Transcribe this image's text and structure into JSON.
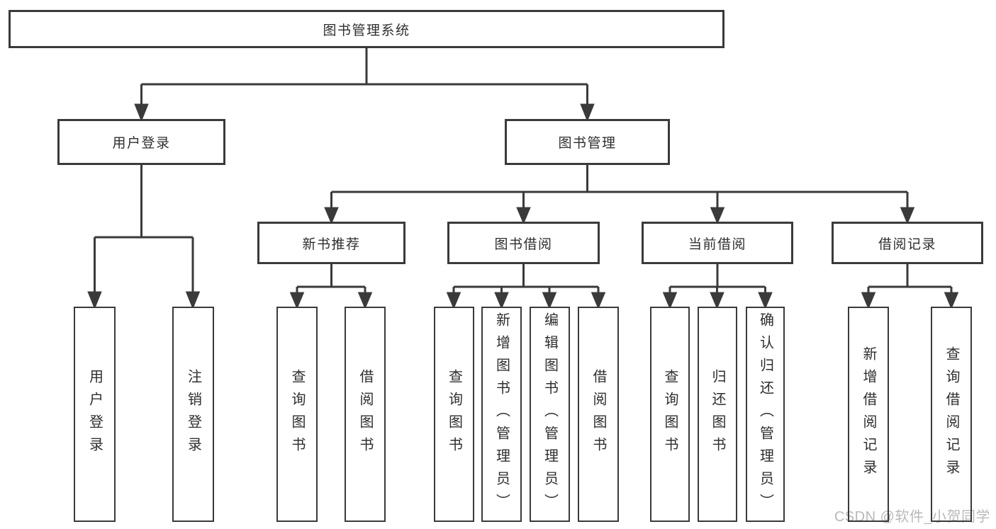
{
  "tree": {
    "root": {
      "label": "图书管理系统"
    },
    "branches": [
      {
        "label": "用户登录",
        "children": [
          {
            "label": "用户登录"
          },
          {
            "label": "注销登录"
          }
        ]
      },
      {
        "label": "图书管理",
        "groups": [
          {
            "label": "新书推荐",
            "children": [
              {
                "label": "查询图书"
              },
              {
                "label": "借阅图书"
              }
            ]
          },
          {
            "label": "图书借阅",
            "children": [
              {
                "label": "查询图书"
              },
              {
                "label": "新增图书（管理员）"
              },
              {
                "label": "编辑图书（管理员）"
              },
              {
                "label": "借阅图书"
              }
            ]
          },
          {
            "label": "当前借阅",
            "children": [
              {
                "label": "查询图书"
              },
              {
                "label": "归还图书"
              },
              {
                "label": "确认归还（管理员）"
              }
            ]
          },
          {
            "label": "借阅记录",
            "children": [
              {
                "label": "新增借阅记录"
              },
              {
                "label": "查询借阅记录"
              }
            ]
          }
        ]
      }
    ]
  },
  "watermark": {
    "text": "CSDN @软件_小贺同学"
  },
  "colors": {
    "line": "#3a3a3a",
    "text": "#2e2e2e",
    "box_background": "#ffffff",
    "watermark": "#b9b9b9"
  }
}
